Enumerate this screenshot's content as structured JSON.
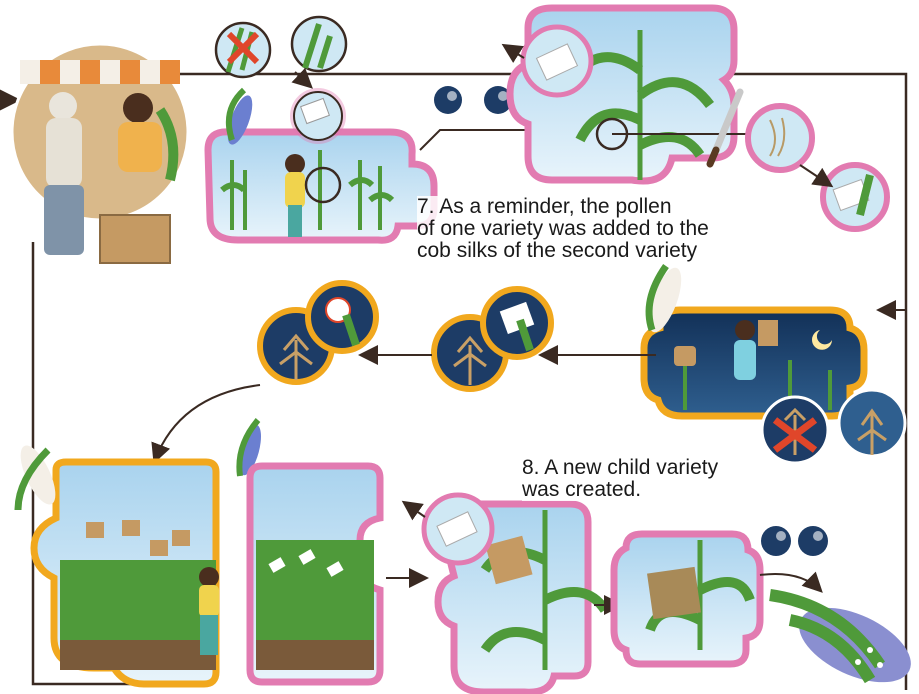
{
  "captions": {
    "step7": {
      "line1": "7. As a reminder, the pollen",
      "line2": "of one variety was added to the",
      "line3": "cob silks of the second variety"
    },
    "step8": {
      "line1": "8. A new child variety",
      "line2": "was created."
    }
  },
  "colors": {
    "frame_pink": "#e27bb1",
    "frame_orange": "#f1a81e",
    "sky_day": "#cfe8f4",
    "sky_night": "#1d3c66",
    "leaf_green": "#4f9a3a",
    "soil_brown": "#7a5a3a",
    "arrow": "#3a2a22",
    "reject_red": "#e0462a"
  }
}
